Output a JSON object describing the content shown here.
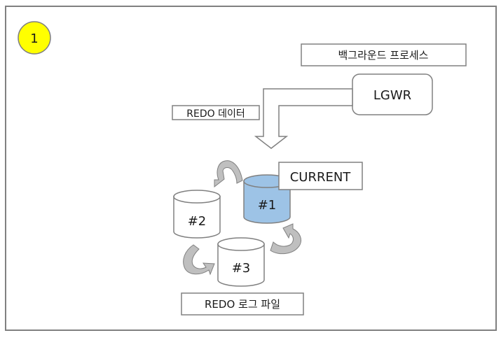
{
  "diagram": {
    "step_number": "1",
    "background_process_label": "백그라운드 프로세스",
    "process_name": "LGWR",
    "data_label": "REDO 데이터",
    "current_label": "CURRENT",
    "log_files": [
      {
        "label": "#1",
        "state": "current"
      },
      {
        "label": "#2",
        "state": "inactive"
      },
      {
        "label": "#3",
        "state": "inactive"
      }
    ],
    "caption": "REDO 로그 파일",
    "colors": {
      "step_badge": "#ffff00",
      "current_file": "#9dc3e6",
      "inactive_file": "#ffffff",
      "cycle_arrow": "#bfbfbf",
      "flow_arrow": "#ffffff"
    }
  }
}
